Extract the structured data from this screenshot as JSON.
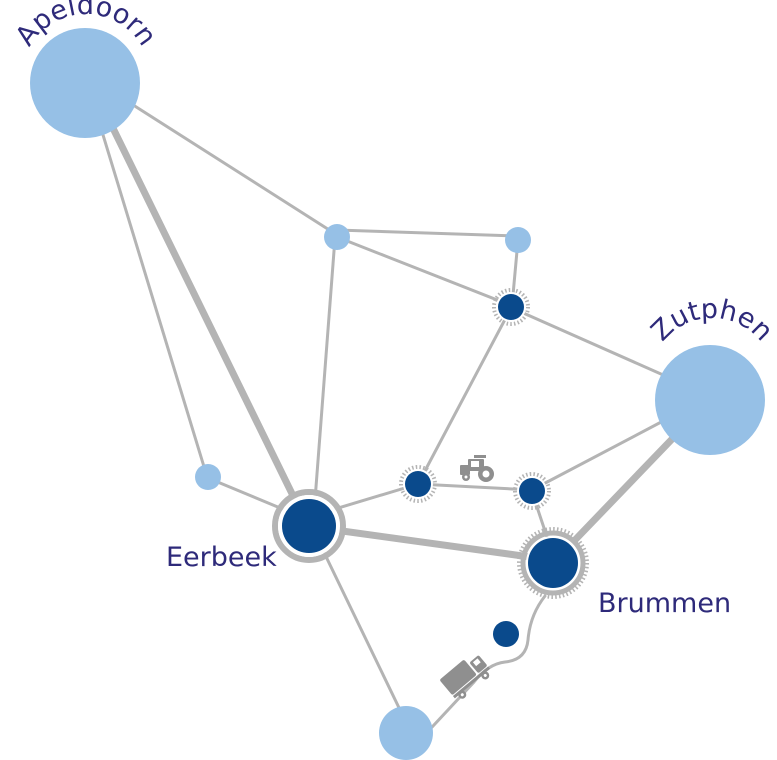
{
  "labels": {
    "apeldoorn": "Apeldoorn",
    "zutphen": "Zutphen",
    "eerbeek": "Eerbeek",
    "brummen": "Brummen"
  },
  "colors": {
    "light_node": "#96c0e6",
    "dark_node": "#0a4a8c",
    "edge": "#b4b4b4",
    "label": "#2e2a7a",
    "vehicle": "#8f8f8f"
  },
  "icons": [
    "tractor-icon",
    "truck-icon"
  ]
}
